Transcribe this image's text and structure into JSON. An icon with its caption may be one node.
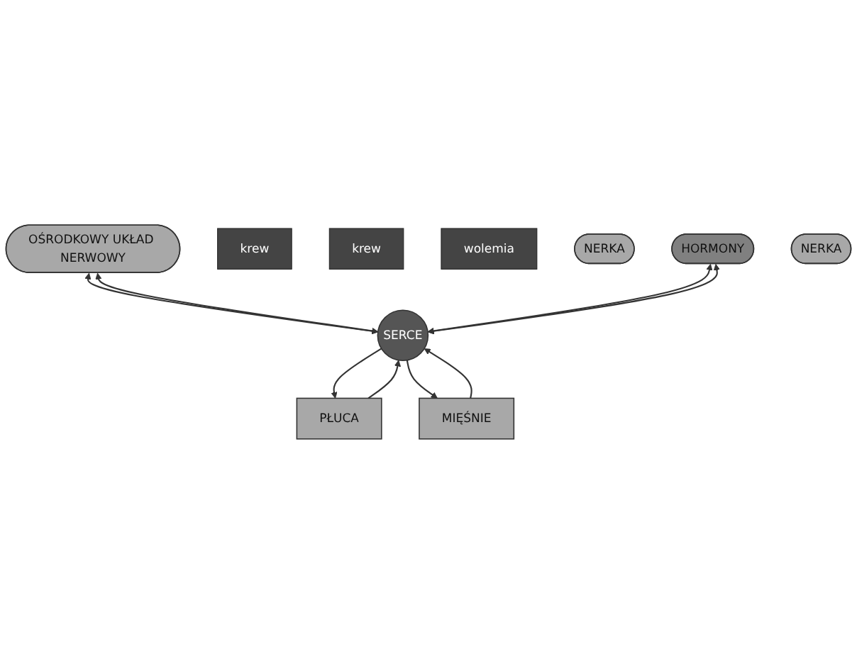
{
  "diagram": {
    "nodes": [
      {
        "text": [
          "OŚRODKOWY UKŁAD NERWOWY"
        ]
      },
      {
        "text": [
          "PŁUCA"
        ]
      },
      {
        "text": [
          "krew"
        ]
      },
      {
        "text": [
          "SERCE"
        ]
      },
      {
        "text": [
          "krew"
        ]
      },
      {
        "text": [
          "MIĘŚNIE"
        ]
      },
      {
        "text": [
          "wolemia"
        ]
      },
      {
        "text": [
          "NERKA"
        ]
      },
      {
        "text": [
          "HORMONY"
        ]
      },
      {
        "text": [
          "NERKA"
        ]
      }
    ],
    "edges": [
      {
        "from": 0,
        "to": 3,
        "arrow": "both"
      },
      {
        "from": 0,
        "to": 3,
        "arrow": "both"
      },
      {
        "from": 3,
        "to": 1,
        "arrow": "to"
      },
      {
        "from": 3,
        "to": 5,
        "arrow": "to"
      },
      {
        "from": 1,
        "to": 3,
        "arrow": "to"
      },
      {
        "from": 5,
        "to": 3,
        "arrow": "to"
      },
      {
        "from": 8,
        "to": 3,
        "arrow": "both"
      },
      {
        "from": 8,
        "to": 3,
        "arrow": "both"
      }
    ]
  }
}
